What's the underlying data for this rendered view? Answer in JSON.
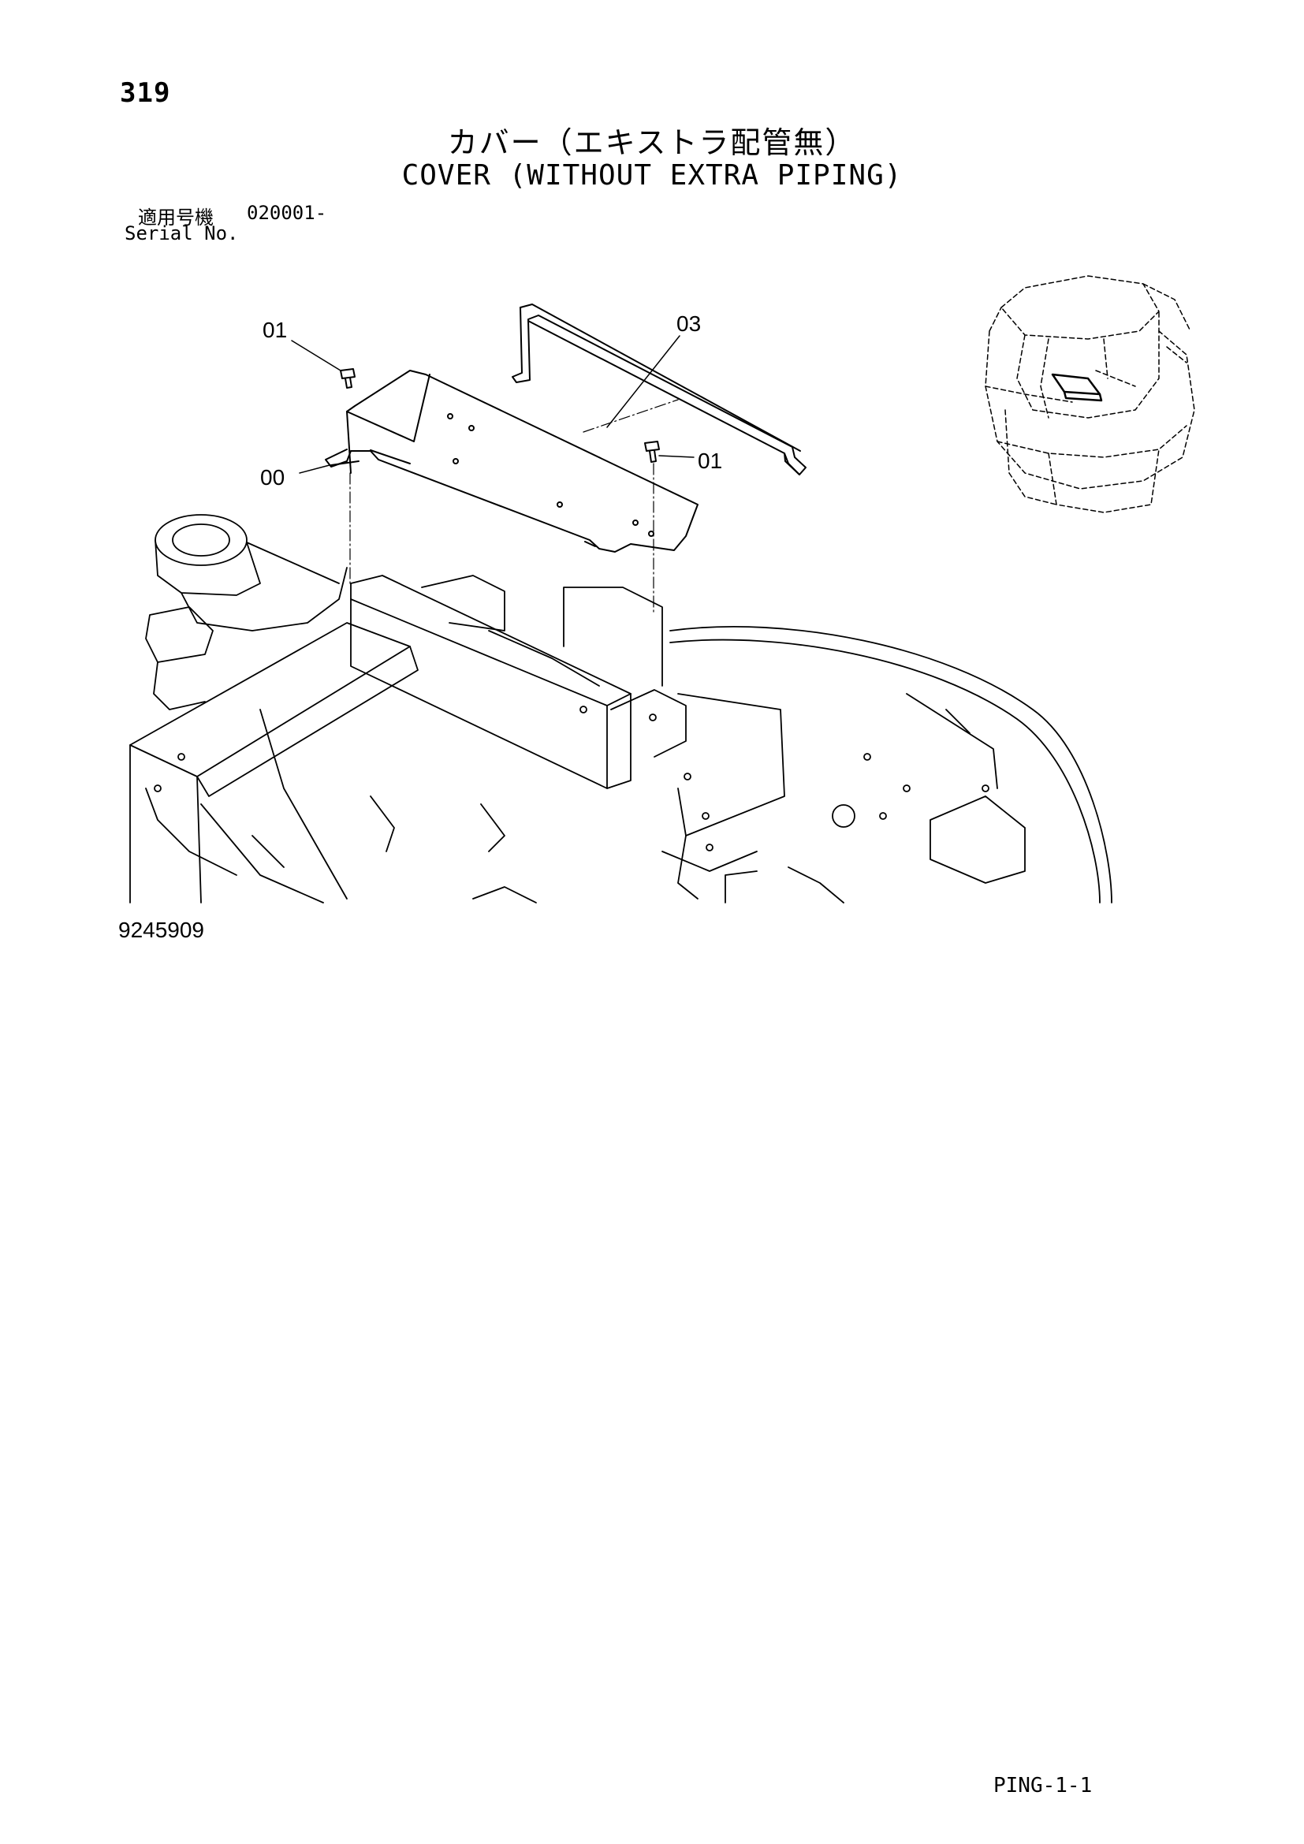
{
  "header": {
    "page_number": "319",
    "title_ja": "カバー（エキストラ配管無）",
    "title_en": "COVER (WITHOUT EXTRA PIPING)"
  },
  "serial": {
    "label_ja": "適用号機",
    "value": "020001-",
    "label_en": "Serial No."
  },
  "diagram": {
    "callouts": {
      "c01_left": "01",
      "c03": "03",
      "c00": "00",
      "c01_right": "01"
    },
    "figure_number": "9245909"
  },
  "footer": {
    "code": "PING-1-1"
  }
}
